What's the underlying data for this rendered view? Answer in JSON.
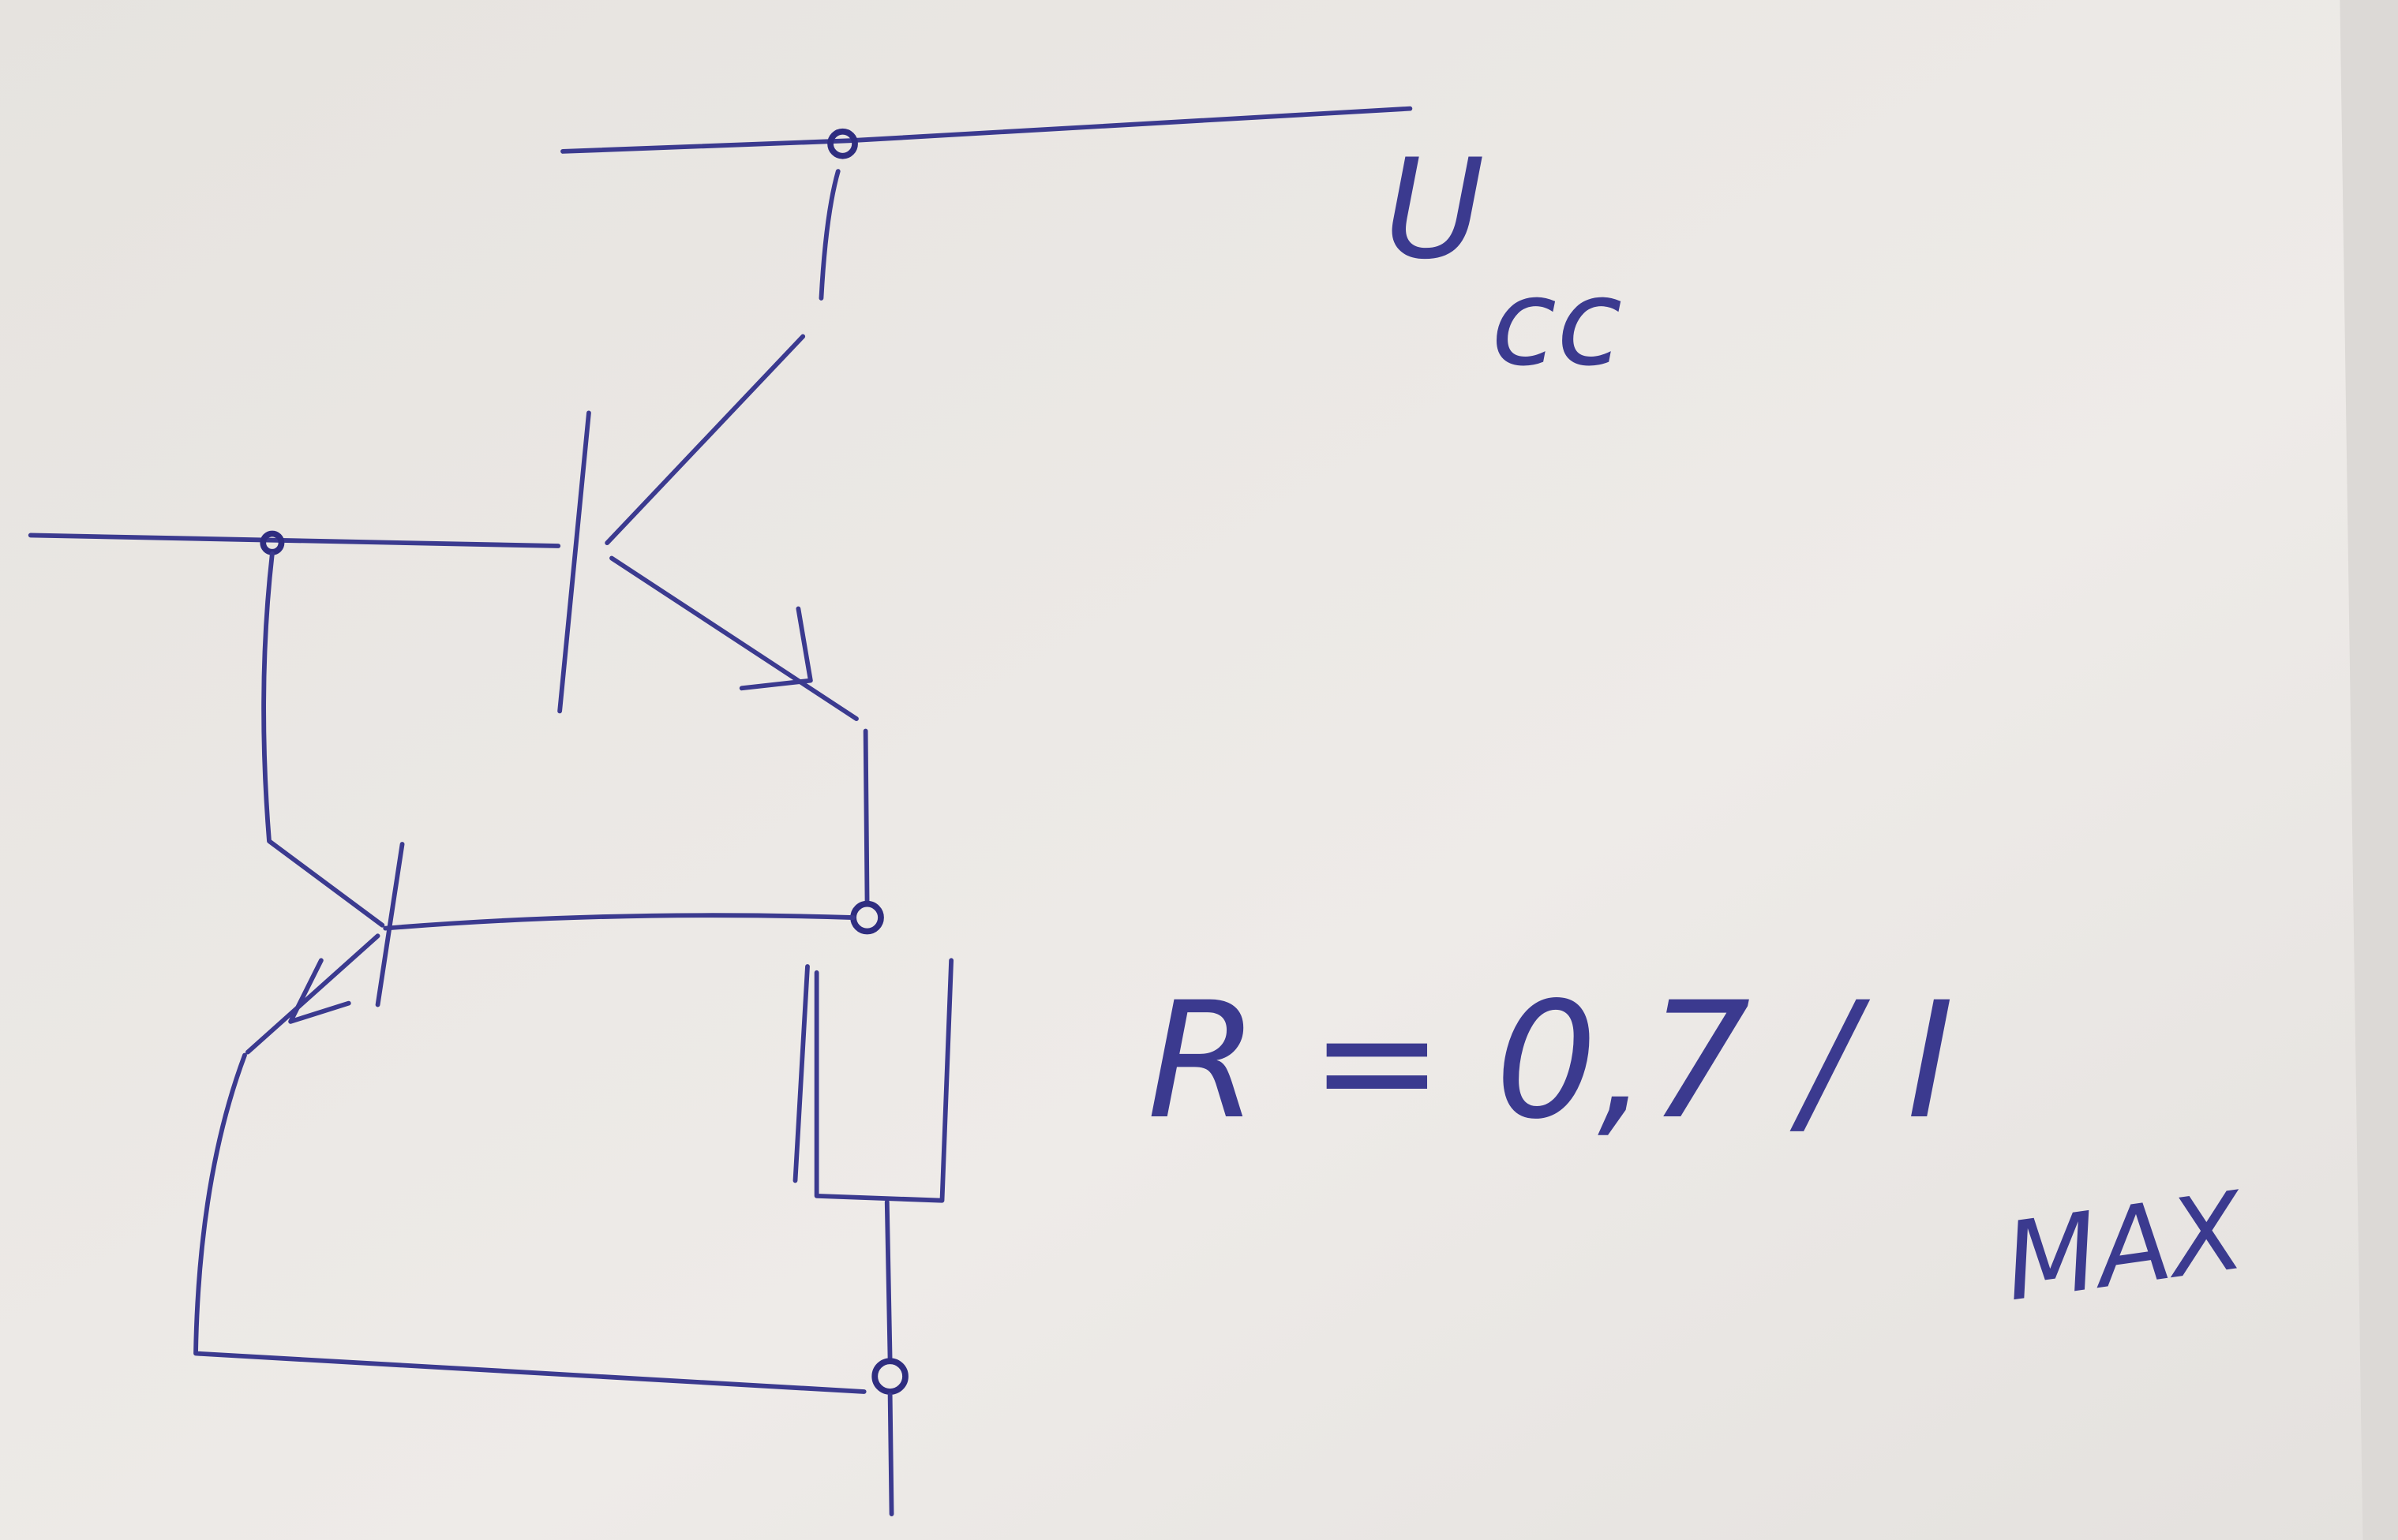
{
  "labels": {
    "supply": "U",
    "supply_sub": "cc",
    "formula_main": "R = 0,7 / I",
    "formula_sub": "MAX"
  },
  "colors": {
    "paper": "#e9e6e3",
    "ink": "#3b3a8f"
  }
}
